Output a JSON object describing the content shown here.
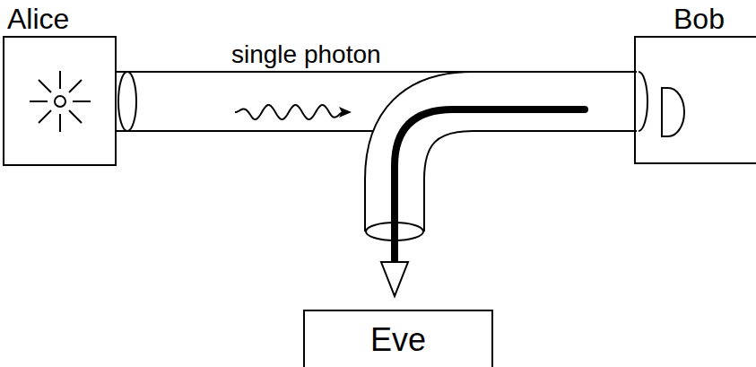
{
  "diagram": {
    "nodes": [
      {
        "text": [
          "Alice"
        ]
      },
      {
        "text": [
          "Bob"
        ]
      },
      {
        "text": [
          "Eve"
        ]
      }
    ],
    "edges": [
      {
        "from": 0,
        "to": 1,
        "arrow": "none"
      }
    ],
    "labels": [
      "single photon"
    ]
  }
}
